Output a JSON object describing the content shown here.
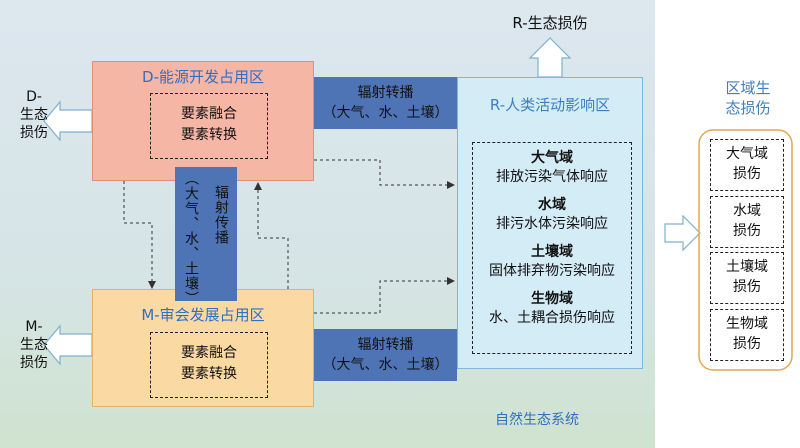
{
  "background_label": "自然生态系统",
  "d_zone": {
    "title": "D-能源开发占用区",
    "inner_line1": "要素融合",
    "inner_line2": "要素转换"
  },
  "m_zone": {
    "title": "M-审会发展占用区",
    "inner_line1": "要素融合",
    "inner_line2": "要素转换"
  },
  "r_zone": {
    "title": "R-人类活动影响区",
    "items": [
      {
        "heading": "大气域",
        "desc": "排放污染气体响应"
      },
      {
        "heading": "水域",
        "desc": "排污水体污染响应"
      },
      {
        "heading": "土壤域",
        "desc": "固体排弃物污染响应"
      },
      {
        "heading": "生物域",
        "desc": "水、土耦合损伤响应"
      }
    ]
  },
  "radiation_top": {
    "line1": "辐射转播",
    "line2": "（大气、水、土壤）"
  },
  "radiation_bottom": {
    "line1": "辐射转播",
    "line2": "（大气、水、土壤）"
  },
  "radiation_vertical": {
    "left_col": "（大气、水、土壤）",
    "right_col": "辐射传播"
  },
  "d_damage": {
    "line1": "D-",
    "line2": "生态",
    "line3": "损伤"
  },
  "m_damage": {
    "line1": "M-",
    "line2": "生态",
    "line3": "损伤"
  },
  "r_damage": "R-生态损伤",
  "regional": {
    "title_line1": "区域生",
    "title_line2": "态损伤",
    "items": [
      {
        "line1": "大气域",
        "line2": "损伤"
      },
      {
        "line1": "水域",
        "line2": "损伤"
      },
      {
        "line1": "土壤域",
        "line2": "损伤"
      },
      {
        "line1": "生物域",
        "line2": "损伤"
      }
    ]
  },
  "colors": {
    "d_zone": "#f6b6a6",
    "m_zone": "#fbd9a3",
    "r_zone": "#d3ecf6",
    "band": "#4f74b6",
    "title_blue": "#2f6fc4",
    "bracket": "#e2a850"
  }
}
